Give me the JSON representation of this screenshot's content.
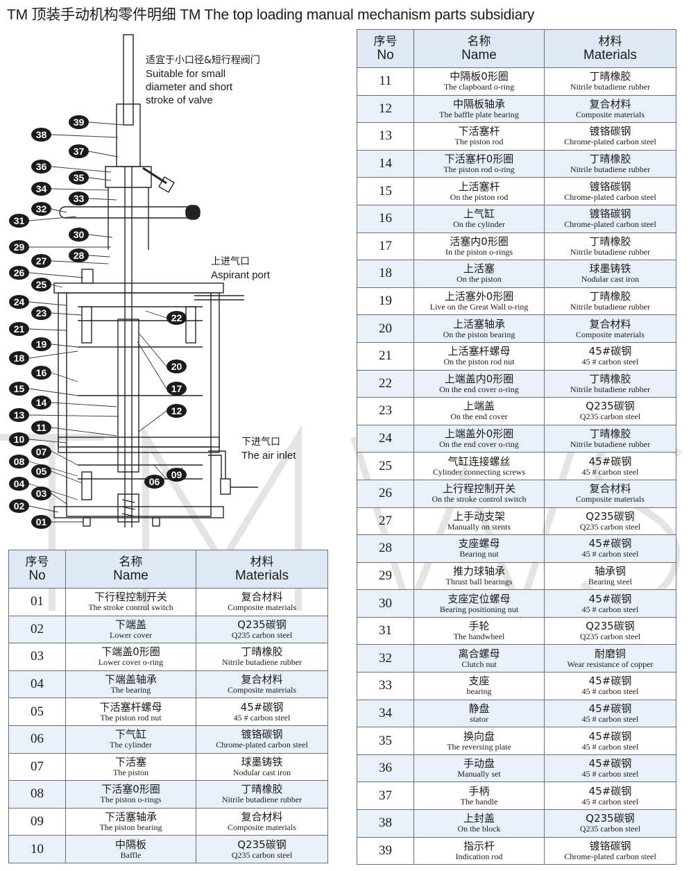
{
  "title": "TM 顶装手动机构零件明细 TM The top loading manual mechanism parts subsidiary",
  "headers": {
    "no_zh": "序号",
    "no_en": "No",
    "name_zh": "名称",
    "name_en": "Name",
    "mat_zh": "材料",
    "mat_en": "Materials"
  },
  "notes": {
    "small_zh": "适宜于小口径&短行程阀门",
    "small_en1": "Suitable for small",
    "small_en2": "diameter and short",
    "small_en3": "stroke of valve",
    "upper_zh": "上进气口",
    "upper_en": "Aspirant port",
    "lower_zh": "下进气口",
    "lower_en": "The air inlet"
  },
  "callouts": [
    "39",
    "38",
    "37",
    "36",
    "35",
    "34",
    "33",
    "32",
    "31",
    "30",
    "29",
    "28",
    "27",
    "26",
    "25",
    "24",
    "23",
    "22",
    "21",
    "20",
    "19",
    "18",
    "17",
    "16",
    "15",
    "14",
    "13",
    "12",
    "11",
    "10",
    "09",
    "08",
    "07",
    "06",
    "05",
    "04",
    "03",
    "02",
    "01"
  ],
  "parts_left": [
    {
      "no": "01",
      "name_zh": "下行程控制开关",
      "name_en": "The stroke control switch",
      "mat_zh": "复合材料",
      "mat_en": "Composite materials"
    },
    {
      "no": "02",
      "name_zh": "下端盖",
      "name_en": "Lower cover",
      "mat_zh": "Q235碳钢",
      "mat_en": "Q235 carbon steel"
    },
    {
      "no": "03",
      "name_zh": "下端盖0形圈",
      "name_en": "Lower cover o-ring",
      "mat_zh": "丁晴橡胶",
      "mat_en": "Nitrile butadiene rubber"
    },
    {
      "no": "04",
      "name_zh": "下端盖轴承",
      "name_en": "The bearing",
      "mat_zh": "复合材料",
      "mat_en": "Composite materials"
    },
    {
      "no": "05",
      "name_zh": "下活塞杆螺母",
      "name_en": "The piston rod nut",
      "mat_zh": "45#碳钢",
      "mat_en": "45 # carbon steel"
    },
    {
      "no": "06",
      "name_zh": "下气缸",
      "name_en": "The cylinder",
      "mat_zh": "镀铬碳钢",
      "mat_en": "Chrome-plated carbon steel"
    },
    {
      "no": "07",
      "name_zh": "下活塞",
      "name_en": "The piston",
      "mat_zh": "球墨铸铁",
      "mat_en": "Nodular cast iron"
    },
    {
      "no": "08",
      "name_zh": "下活塞0形圈",
      "name_en": "The piston o-rings",
      "mat_zh": "丁晴橡胶",
      "mat_en": "Nitrile butadiene rubber"
    },
    {
      "no": "09",
      "name_zh": "下活塞轴承",
      "name_en": "The piston bearing",
      "mat_zh": "复合材料",
      "mat_en": "Composite materials"
    },
    {
      "no": "10",
      "name_zh": "中隔板",
      "name_en": "Baffle",
      "mat_zh": "Q235碳钢",
      "mat_en": "Q235 carbon steel"
    }
  ],
  "parts_right": [
    {
      "no": "11",
      "name_zh": "中隔板0形圈",
      "name_en": "The clapboard o-ring",
      "mat_zh": "丁晴橡胶",
      "mat_en": "Nitrile butadiene rubber"
    },
    {
      "no": "12",
      "name_zh": "中隔板轴承",
      "name_en": "The baffle plate bearing",
      "mat_zh": "复合材料",
      "mat_en": "Composite materials"
    },
    {
      "no": "13",
      "name_zh": "下活塞杆",
      "name_en": "The piston rod",
      "mat_zh": "镀铬碳钢",
      "mat_en": "Chrome-plated carbon steel"
    },
    {
      "no": "14",
      "name_zh": "下活塞杆0形圈",
      "name_en": "The piston rod o-ring",
      "mat_zh": "丁晴橡胶",
      "mat_en": "Nitrile butadiene rubber"
    },
    {
      "no": "15",
      "name_zh": "上活塞杆",
      "name_en": "On the piston rod",
      "mat_zh": "镀铬碳钢",
      "mat_en": "Chrome-plated carbon steel"
    },
    {
      "no": "16",
      "name_zh": "上气缸",
      "name_en": "On the cylinder",
      "mat_zh": "镀铬碳钢",
      "mat_en": "Chrome-plated carbon steel"
    },
    {
      "no": "17",
      "name_zh": "活塞内0形圈",
      "name_en": "In the piston o-rings",
      "mat_zh": "丁晴橡胶",
      "mat_en": "Nitrile butadiene rubber"
    },
    {
      "no": "18",
      "name_zh": "上活塞",
      "name_en": "On the piston",
      "mat_zh": "球墨铸铁",
      "mat_en": "Nodular cast iron"
    },
    {
      "no": "19",
      "name_zh": "上活塞外0形圈",
      "name_en": "Live on the Great Wall o-ring",
      "mat_zh": "丁晴橡胶",
      "mat_en": "Nitrile butadiene rubber"
    },
    {
      "no": "20",
      "name_zh": "上活塞轴承",
      "name_en": "On the piston bearing",
      "mat_zh": "复合材料",
      "mat_en": "Composite materials"
    },
    {
      "no": "21",
      "name_zh": "上活塞杆螺母",
      "name_en": "On the piston rod nut",
      "mat_zh": "45#碳钢",
      "mat_en": "45 # carbon steel"
    },
    {
      "no": "22",
      "name_zh": "上端盖内0形圈",
      "name_en": "On the end cover o-ring",
      "mat_zh": "丁晴橡胶",
      "mat_en": "Nitrile butadiene rubber"
    },
    {
      "no": "23",
      "name_zh": "上端盖",
      "name_en": "On the end cover",
      "mat_zh": "Q235碳钢",
      "mat_en": "Q235 carbon steel"
    },
    {
      "no": "24",
      "name_zh": "上端盖外0形圈",
      "name_en": "On the end cover o-ring",
      "mat_zh": "丁晴橡胶",
      "mat_en": "Nitrile butadiene rubber"
    },
    {
      "no": "25",
      "name_zh": "气缸连接螺丝",
      "name_en": "Cylinder connecting screws",
      "mat_zh": "45#碳钢",
      "mat_en": "45 # carbon steel"
    },
    {
      "no": "26",
      "name_zh": "上行程控制开关",
      "name_en": "On the stroke control switch",
      "mat_zh": "复合材料",
      "mat_en": "Composite materials"
    },
    {
      "no": "27",
      "name_zh": "上手动支架",
      "name_en": "Manually on stents",
      "mat_zh": "Q235碳钢",
      "mat_en": "Q235 carbon steel"
    },
    {
      "no": "28",
      "name_zh": "支座螺母",
      "name_en": "Bearing nut",
      "mat_zh": "45#碳钢",
      "mat_en": "45 # carbon steel"
    },
    {
      "no": "29",
      "name_zh": "推力球轴承",
      "name_en": "Thrust ball bearings",
      "mat_zh": "轴承钢",
      "mat_en": "Bearing steel"
    },
    {
      "no": "30",
      "name_zh": "支座定位螺母",
      "name_en": "Bearing positioning nut",
      "mat_zh": "45#碳钢",
      "mat_en": "45 # carbon steel"
    },
    {
      "no": "31",
      "name_zh": "手轮",
      "name_en": "The handwheel",
      "mat_zh": "Q235碳钢",
      "mat_en": "Q235 carbon steel"
    },
    {
      "no": "32",
      "name_zh": "离合螺母",
      "name_en": "Clutch nut",
      "mat_zh": "耐磨铜",
      "mat_en": "Wear resistance of copper"
    },
    {
      "no": "33",
      "name_zh": "支座",
      "name_en": "bearing",
      "mat_zh": "45#碳钢",
      "mat_en": "45 # carbon steel"
    },
    {
      "no": "34",
      "name_zh": "静盘",
      "name_en": "stator",
      "mat_zh": "45#碳钢",
      "mat_en": "45 # carbon steel"
    },
    {
      "no": "35",
      "name_zh": "换向盘",
      "name_en": "The reversing plate",
      "mat_zh": "45#碳钢",
      "mat_en": "45 # carbon steel"
    },
    {
      "no": "36",
      "name_zh": "手动盘",
      "name_en": "Manually set",
      "mat_zh": "45#碳钢",
      "mat_en": "45 # carbon steel"
    },
    {
      "no": "37",
      "name_zh": "手柄",
      "name_en": "The handle",
      "mat_zh": "45#碳钢",
      "mat_en": "45 # carbon steel"
    },
    {
      "no": "38",
      "name_zh": "上封盖",
      "name_en": "On the block",
      "mat_zh": "Q235碳钢",
      "mat_en": "Q235 carbon steel"
    },
    {
      "no": "39",
      "name_zh": "指示杆",
      "name_en": "Indication rod",
      "mat_zh": "镀铬碳钢",
      "mat_en": "Chrome-plated carbon steel"
    }
  ]
}
